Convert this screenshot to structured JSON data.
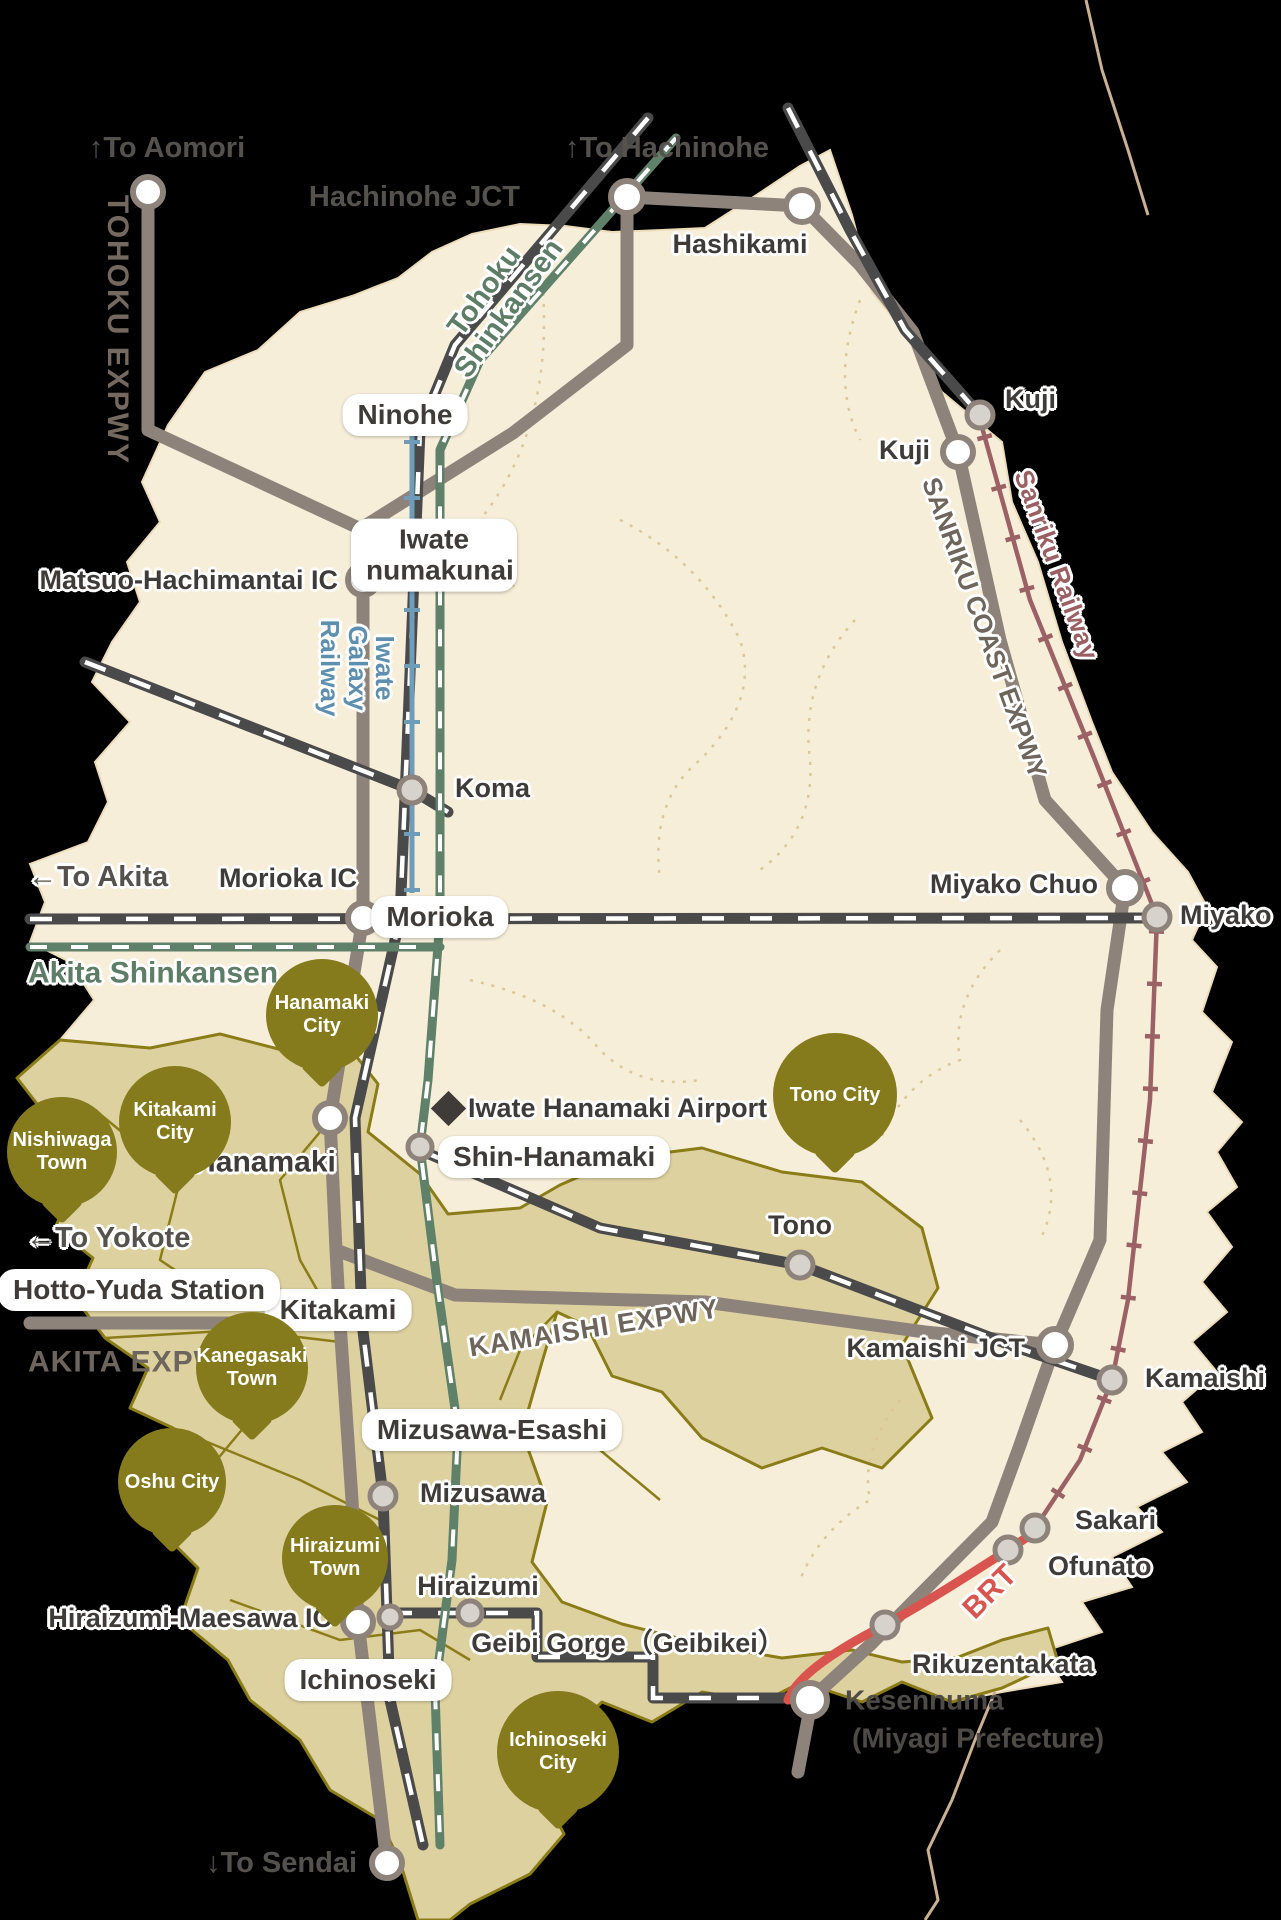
{
  "direction_labels": {
    "to_aomori": "↑To Aomori",
    "to_hachinohe": "↑To Hachinohe",
    "to_akita": "←To Akita",
    "to_yokote": "←To Yokote",
    "to_sendai": "↓To Sendai"
  },
  "lines": {
    "tohoku_expwy": "TOHOKU EXPWY",
    "sanriku_coast_expwy": "SANRIKU COAST EXPWY",
    "akita_expwy": "AKITA EXPWY",
    "kamaishi_expwy": "KAMAISHI EXPWY",
    "tohoku_shinkansen": "Tohoku Shinkansen",
    "akita_shinkansen": "Akita Shinkansen",
    "iwate_galaxy_railway": "Iwate Galaxy Railway",
    "sanriku_railway": "Sanriku Railway",
    "brt": "BRT"
  },
  "stations": {
    "hachinohe_jct": "Hachinohe JCT",
    "hashikami": "Hashikami",
    "kuji_rail": "Kuji",
    "kuji_ic": "Kuji",
    "ninohe": "Ninohe",
    "iwate_numakunai": "Iwate numakunai",
    "matsuo_hachimantai_ic": "Matsuo-Hachimantai IC",
    "koma": "Koma",
    "morioka_ic": "Morioka IC",
    "morioka": "Morioka",
    "miyako_chuo": "Miyako Chuo",
    "miyako": "Miyako",
    "hanamaki": "Hanamaki",
    "shin_hanamaki": "Shin-Hanamaki",
    "iwate_hanamaki_airport": "Iwate Hanamaki Airport",
    "tono": "Tono",
    "kamaishi": "Kamaishi",
    "kamaishi_jct": "Kamaishi JCT",
    "kitakami": "Kitakami",
    "hotto_yuda": "Hotto-Yuda Station",
    "mizusawa_esashi": "Mizusawa-Esashi",
    "mizusawa": "Mizusawa",
    "hiraizumi": "Hiraizumi",
    "hiraizumi_maesawa_ic": "Hiraizumi-Maesawa IC",
    "ichinoseki": "Ichinoseki",
    "geibi_gorge": "Geibi Gorge（Geibikei）",
    "sakari": "Sakari",
    "ofunato": "Ofunato",
    "rikuzentakata": "Rikuzentakata",
    "kesennuma_line1": "Kesennuma",
    "kesennuma_line2": "(Miyagi Prefecture)"
  },
  "areas": {
    "hanamaki_city": "Hanamaki City",
    "kitakami_city": "Kitakami City",
    "nishiwaga_town": "Nishiwaga Town",
    "tono_city": "Tono City",
    "kanegasaki_town": "Kanegasaki Town",
    "oshu_city": "Oshu City",
    "hiraizumi_town": "Hiraizumi Town",
    "ichinoseki_city": "Ichinoseki City"
  },
  "colors": {
    "expressway": "#8e837b",
    "jr_line": "#4a4a4a",
    "shinkansen_green": "#5f8069",
    "iwate_galaxy_blue": "#6f9cb8",
    "sanriku_railway_maroon": "#9c6165",
    "brt_red": "#d9534f",
    "prefecture_fill": "#f7eed9",
    "highlight_fill": "#ded1a0",
    "highlight_border": "#8a7c17",
    "badge_olive": "#857a1c"
  }
}
